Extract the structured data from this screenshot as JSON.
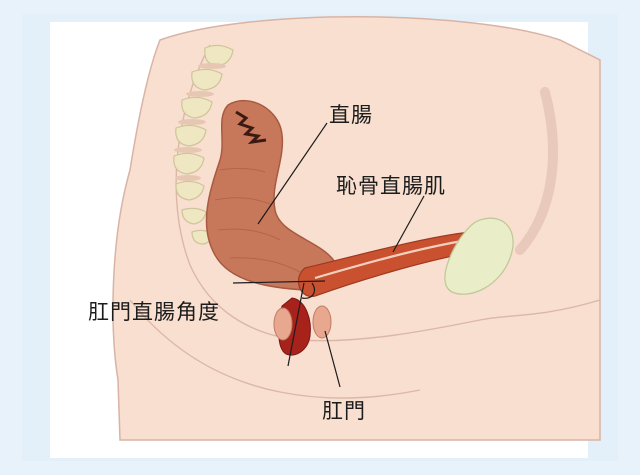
{
  "labels": {
    "rectum": "直腸",
    "puborectalis": "恥骨直腸肌",
    "anorectal_angle": "肛門直腸角度",
    "anus": "肛門"
  },
  "colors": {
    "background": "#e7f2fb",
    "panel": "#ffffff",
    "body_skin": "#f8dfd0",
    "outline": "#d9b3a6",
    "spine": "#efe7c2",
    "rectum": "#c8785a",
    "muscle": "#c9512f",
    "anal_canal": "#a8221c",
    "pubic_bone": "#e9edc8"
  }
}
